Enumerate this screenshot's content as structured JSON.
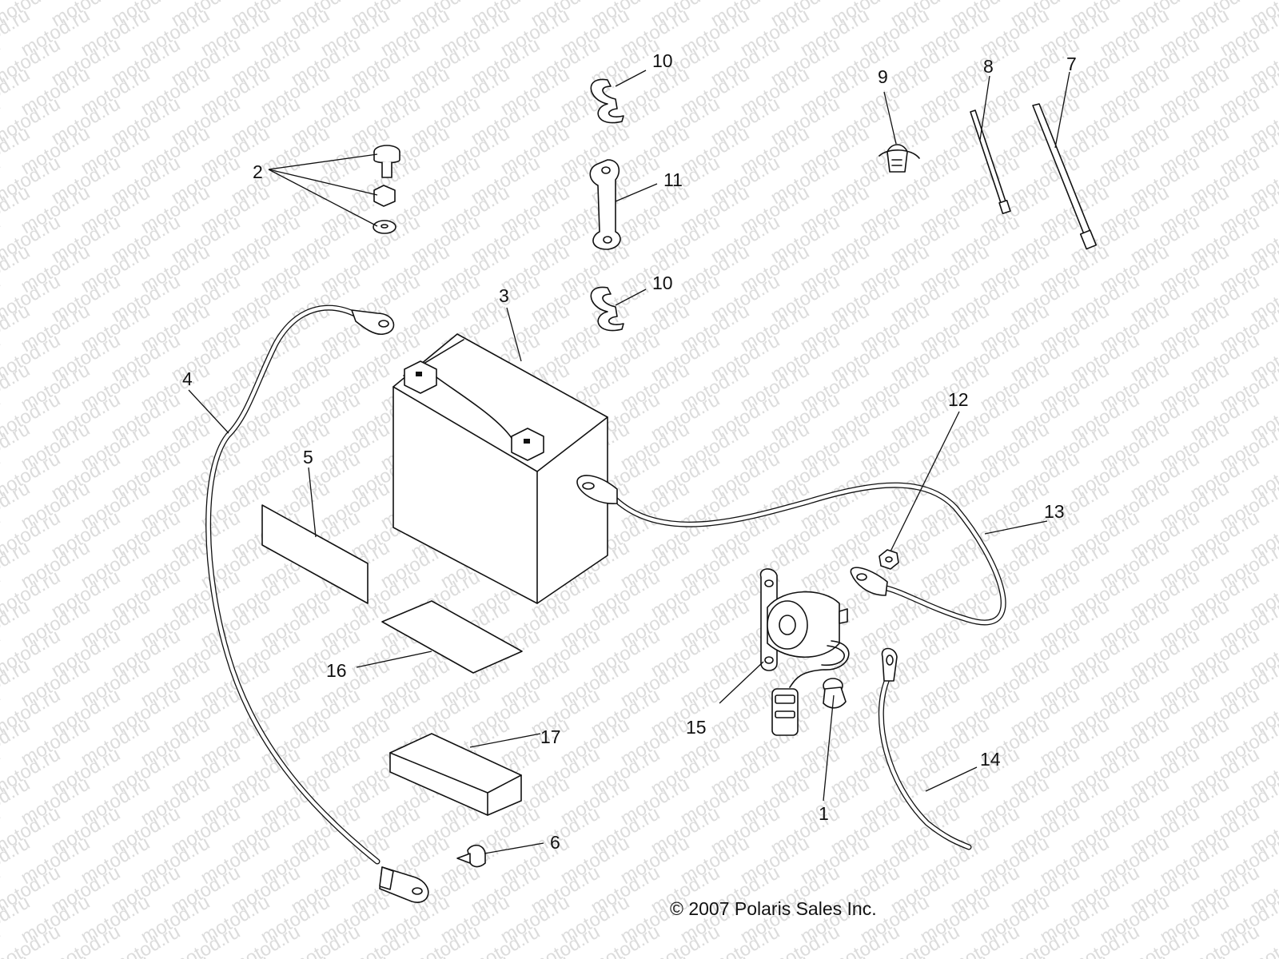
{
  "watermark": {
    "text": "motod.ru"
  },
  "copyright": "© 2007 Polaris Sales Inc.",
  "callouts": [
    {
      "id": "p1",
      "label": "1"
    },
    {
      "id": "p2",
      "label": "2"
    },
    {
      "id": "p3",
      "label": "3"
    },
    {
      "id": "p4",
      "label": "4"
    },
    {
      "id": "p5",
      "label": "5"
    },
    {
      "id": "p6",
      "label": "6"
    },
    {
      "id": "p7",
      "label": "7"
    },
    {
      "id": "p8",
      "label": "8"
    },
    {
      "id": "p9",
      "label": "9"
    },
    {
      "id": "p10a",
      "label": "10"
    },
    {
      "id": "p10b",
      "label": "10"
    },
    {
      "id": "p11",
      "label": "11"
    },
    {
      "id": "p12",
      "label": "12"
    },
    {
      "id": "p13",
      "label": "13"
    },
    {
      "id": "p14",
      "label": "14"
    },
    {
      "id": "p15",
      "label": "15"
    },
    {
      "id": "p16",
      "label": "16"
    },
    {
      "id": "p17",
      "label": "17"
    }
  ]
}
